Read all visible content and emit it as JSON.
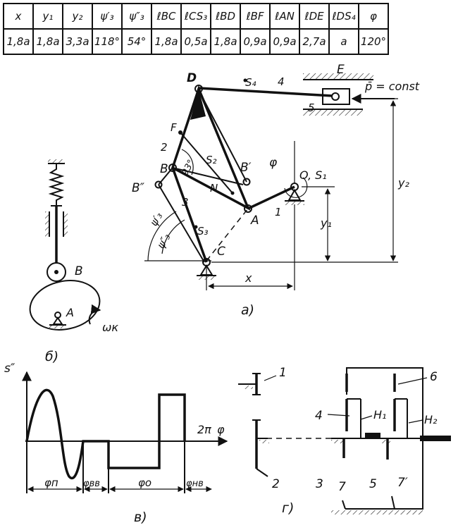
{
  "table": {
    "headers": [
      "x",
      "y₁",
      "y₂",
      "ψ′₃",
      "ψ″₃",
      "ℓBC",
      "ℓCS₃",
      "ℓBD",
      "ℓBF",
      "ℓAN",
      "ℓDE",
      "ℓDS₄",
      "φ"
    ],
    "values": [
      "1,8a",
      "1,8a",
      "3,3a",
      "118°",
      "54°",
      "1,8a",
      "0,5a",
      "1,8a",
      "0,9a",
      "0,9a",
      "2,7a",
      "a",
      "120°"
    ]
  },
  "fig_a": {
    "point_D": "D",
    "point_E": "E",
    "point_S4": "S₄",
    "link4": "4",
    "slider5": "5",
    "force": "p̄ = const",
    "point_F": "F",
    "link2": "2",
    "point_S2": "S₂",
    "point_B": "B",
    "point_B1": "B′",
    "point_B2": "B″",
    "angle93": "93°",
    "phi": "φ",
    "point_O": "O, S₁",
    "point_N": "N",
    "point_A": "A",
    "link1": "1",
    "link3": "3",
    "psi1": "ψ′₃",
    "psi2": "ψ″₃",
    "point_S3": "S₃",
    "point_C": "C",
    "dim_y1": "y₁",
    "dim_y2": "y₂",
    "dim_x": "x",
    "caption": "a)"
  },
  "fig_b": {
    "point_B": "B",
    "point_A": "A",
    "omega": "ωк",
    "caption": "б)"
  },
  "fig_v": {
    "ylabel": "s″",
    "xend": "2π",
    "xvar": "φ",
    "phases": [
      "φп",
      "φвв",
      "φо",
      "φнв"
    ],
    "caption": "в)"
  },
  "fig_g": {
    "labels": [
      "1",
      "2",
      "3",
      "4",
      "5",
      "6",
      "7",
      "7′",
      "H₁",
      "H₂"
    ],
    "caption": "г)"
  }
}
